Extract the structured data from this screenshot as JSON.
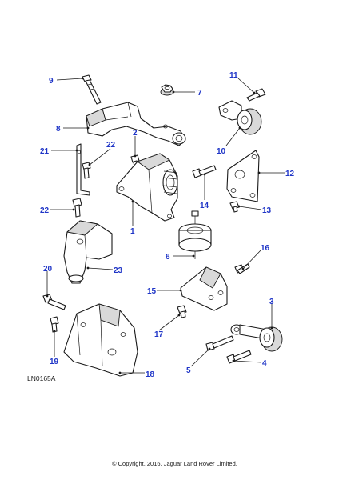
{
  "diagram": {
    "reference_code": "LN0165A",
    "copyright": "© Copyright, 2016. Jaguar Land Rover Limited.",
    "accent_color": "#1f35c7",
    "callouts": {
      "c1": "1",
      "c2": "2",
      "c3": "3",
      "c4": "4",
      "c5": "5",
      "c6": "6",
      "c7": "7",
      "c8": "8",
      "c9": "9",
      "c10": "10",
      "c11": "11",
      "c12": "12",
      "c13": "13",
      "c14": "14",
      "c15": "15",
      "c16": "16",
      "c17": "17",
      "c18": "18",
      "c19": "19",
      "c20": "20",
      "c21": "21",
      "c22a": "22",
      "c22b": "22",
      "c23": "23"
    }
  }
}
